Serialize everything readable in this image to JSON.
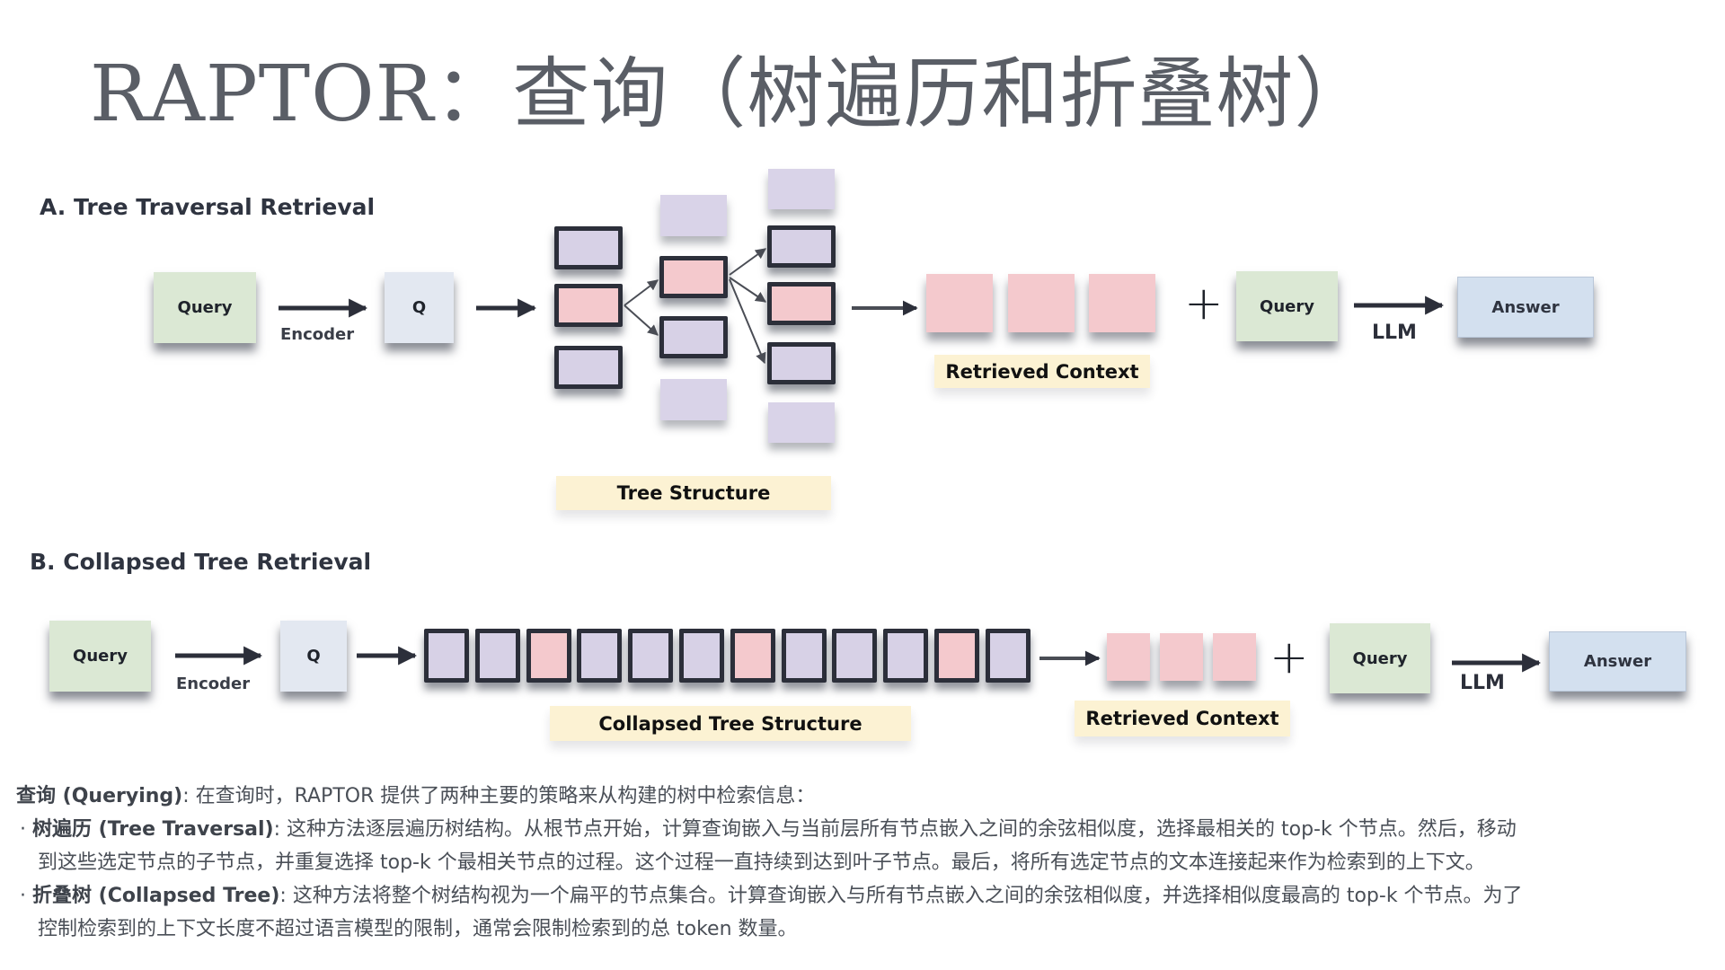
{
  "title": "RAPTOR：查询（树遍历和折叠树）",
  "colors": {
    "query_box": "#dbe8d4",
    "q_box": "#e3e8f1",
    "answer_box": "#d3e0ef",
    "node_default": "#d7d1e6",
    "node_selected": "#f4c9cd",
    "label_bg": "#fcf2d3",
    "node_border": "#2c2f3a"
  },
  "section_a": {
    "heading": "A. Tree Traversal Retrieval",
    "query_label": "Query",
    "encoder_label": "Encoder",
    "q_label": "Q",
    "tree_label": "Tree Structure",
    "tree_layers": [
      [
        "default",
        "selected",
        "default"
      ],
      [
        "faded",
        "selected",
        "default",
        "faded"
      ],
      [
        "faded",
        "default",
        "selected",
        "default",
        "faded"
      ]
    ],
    "retrieved_context_label": "Retrieved Context",
    "retrieved_count": 3,
    "plus": "+",
    "query2_label": "Query",
    "llm_label": "LLM",
    "answer_label": "Answer"
  },
  "section_b": {
    "heading": "B. Collapsed Tree Retrieval",
    "query_label": "Query",
    "encoder_label": "Encoder",
    "q_label": "Q",
    "collapsed_nodes": [
      "default",
      "default",
      "selected",
      "default",
      "default",
      "default",
      "selected",
      "default",
      "default",
      "default",
      "selected",
      "default"
    ],
    "collapsed_label": "Collapsed Tree Structure",
    "retrieved_context_label": "Retrieved Context",
    "retrieved_count": 3,
    "plus": "+",
    "query2_label": "Query",
    "llm_label": "LLM",
    "answer_label": "Answer"
  },
  "description": {
    "intro_bold": "查询 (Querying)",
    "intro_text": ": 在查询时，RAPTOR 提供了两种主要的策略来从构建的树中检索信息：",
    "bullet": "·",
    "items": [
      {
        "bold": "树遍历 (Tree Traversal)",
        "line1": ": 这种方法逐层遍历树结构。从根节点开始，计算查询嵌入与当前层所有节点嵌入之间的余弦相似度，选择最相关的 top-k 个节点。然后，移动",
        "line2": "到这些选定节点的子节点，并重复选择 top-k 个最相关节点的过程。这个过程一直持续到达到叶子节点。最后，将所有选定节点的文本连接起来作为检索到的上下文。"
      },
      {
        "bold": "折叠树 (Collapsed Tree)",
        "line1": ": 这种方法将整个树结构视为一个扁平的节点集合。计算查询嵌入与所有节点嵌入之间的余弦相似度，并选择相似度最高的 top-k 个节点。为了",
        "line2": "控制检索到的上下文长度不超过语言模型的限制，通常会限制检索到的总 token 数量。"
      }
    ]
  }
}
